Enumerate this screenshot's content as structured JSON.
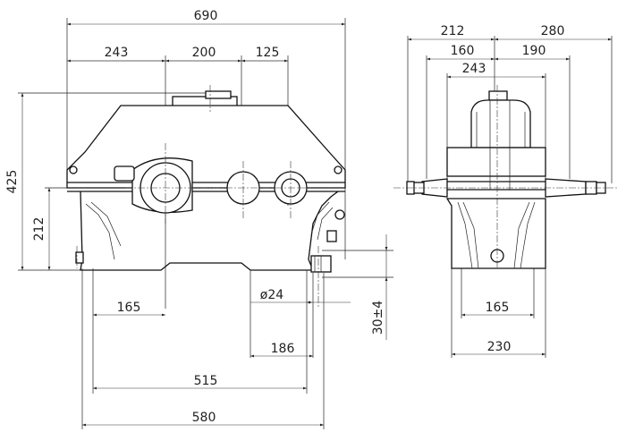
{
  "drawing": {
    "front_view": {
      "overall_length": "690",
      "segment_1": "243",
      "segment_2": "200",
      "segment_3": "125",
      "total_height": "425",
      "center_height": "212",
      "foot_hole_offset": "165",
      "bolt_diameter": "ø24",
      "foot_hole_spacing": "186",
      "foot_span": "515",
      "base_length": "580",
      "base_thickness": "30±4"
    },
    "side_view": {
      "left_shaft": "212",
      "right_shaft": "280",
      "inner_left": "160",
      "inner_right": "190",
      "housing_width": "243",
      "foot_hole_spacing": "165",
      "base_width": "230"
    }
  }
}
